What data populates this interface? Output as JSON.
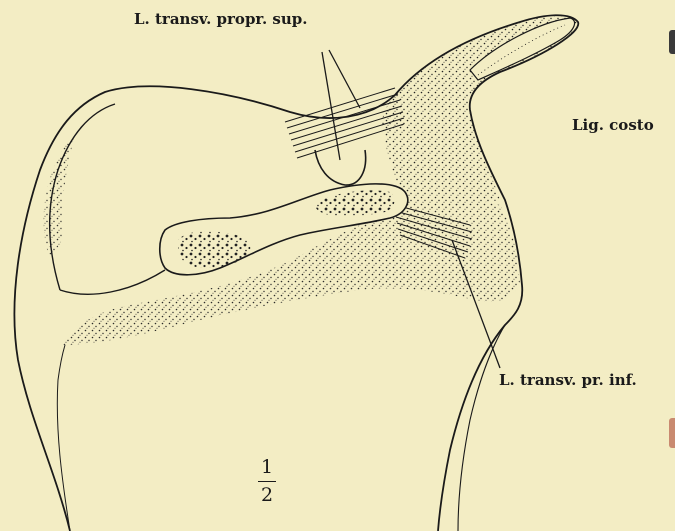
{
  "labels": {
    "sup": "L. transv. propr. sup.",
    "costo": "Lig. costo",
    "inf": "L. transv. pr. inf."
  },
  "scale": {
    "numerator": "1",
    "denominator": "2"
  }
}
